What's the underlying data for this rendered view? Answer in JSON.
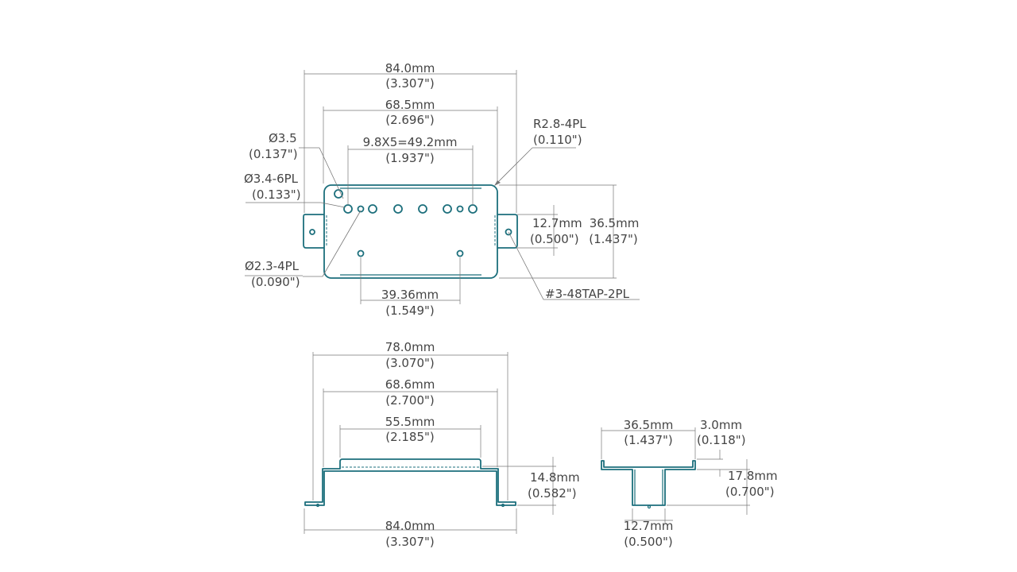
{
  "colors": {
    "part_stroke": "#1c6f7c",
    "dimension_line": "#777777",
    "text": "#444444",
    "background": "#ffffff"
  },
  "top_view": {
    "overall_width": {
      "mm": "84.0mm",
      "in": "(3.307\")"
    },
    "body_width": {
      "mm": "68.5mm",
      "in": "(2.696\")"
    },
    "pole_spacing": {
      "mm": "9.8X5=49.2mm",
      "in": "(1.937\")"
    },
    "corner_radius": {
      "mm": "R2.8-4PL",
      "in": "(0.110\")"
    },
    "large_hole": {
      "mm": "Ø3.5",
      "in": "(0.137\")"
    },
    "pole_holes": {
      "mm": "Ø3.4-6PL",
      "in": "(0.133\")"
    },
    "small_holes": {
      "mm": "Ø2.3-4PL",
      "in": "(0.090\")"
    },
    "tab_height": {
      "mm": "12.7mm",
      "in": "(0.500\")"
    },
    "body_depth": {
      "mm": "36.5mm",
      "in": "(1.437\")"
    },
    "mount_hole_spacing": {
      "mm": "39.36mm",
      "in": "(1.549\")"
    },
    "tap": {
      "label": "#3-48TAP-2PL"
    }
  },
  "front_view": {
    "flange_width": {
      "mm": "78.0mm",
      "in": "(3.070\")"
    },
    "body_width": {
      "mm": "68.6mm",
      "in": "(2.700\")"
    },
    "top_width": {
      "mm": "55.5mm",
      "in": "(2.185\")"
    },
    "height": {
      "mm": "14.8mm",
      "in": "(0.582\")"
    },
    "overall_width": {
      "mm": "84.0mm",
      "in": "(3.307\")"
    }
  },
  "side_view": {
    "depth": {
      "mm": "36.5mm",
      "in": "(1.437\")"
    },
    "wall": {
      "mm": "3.0mm",
      "in": "(0.118\")"
    },
    "height": {
      "mm": "17.8mm",
      "in": "(0.700\")"
    },
    "tab_width": {
      "mm": "12.7mm",
      "in": "(0.500\")"
    }
  }
}
